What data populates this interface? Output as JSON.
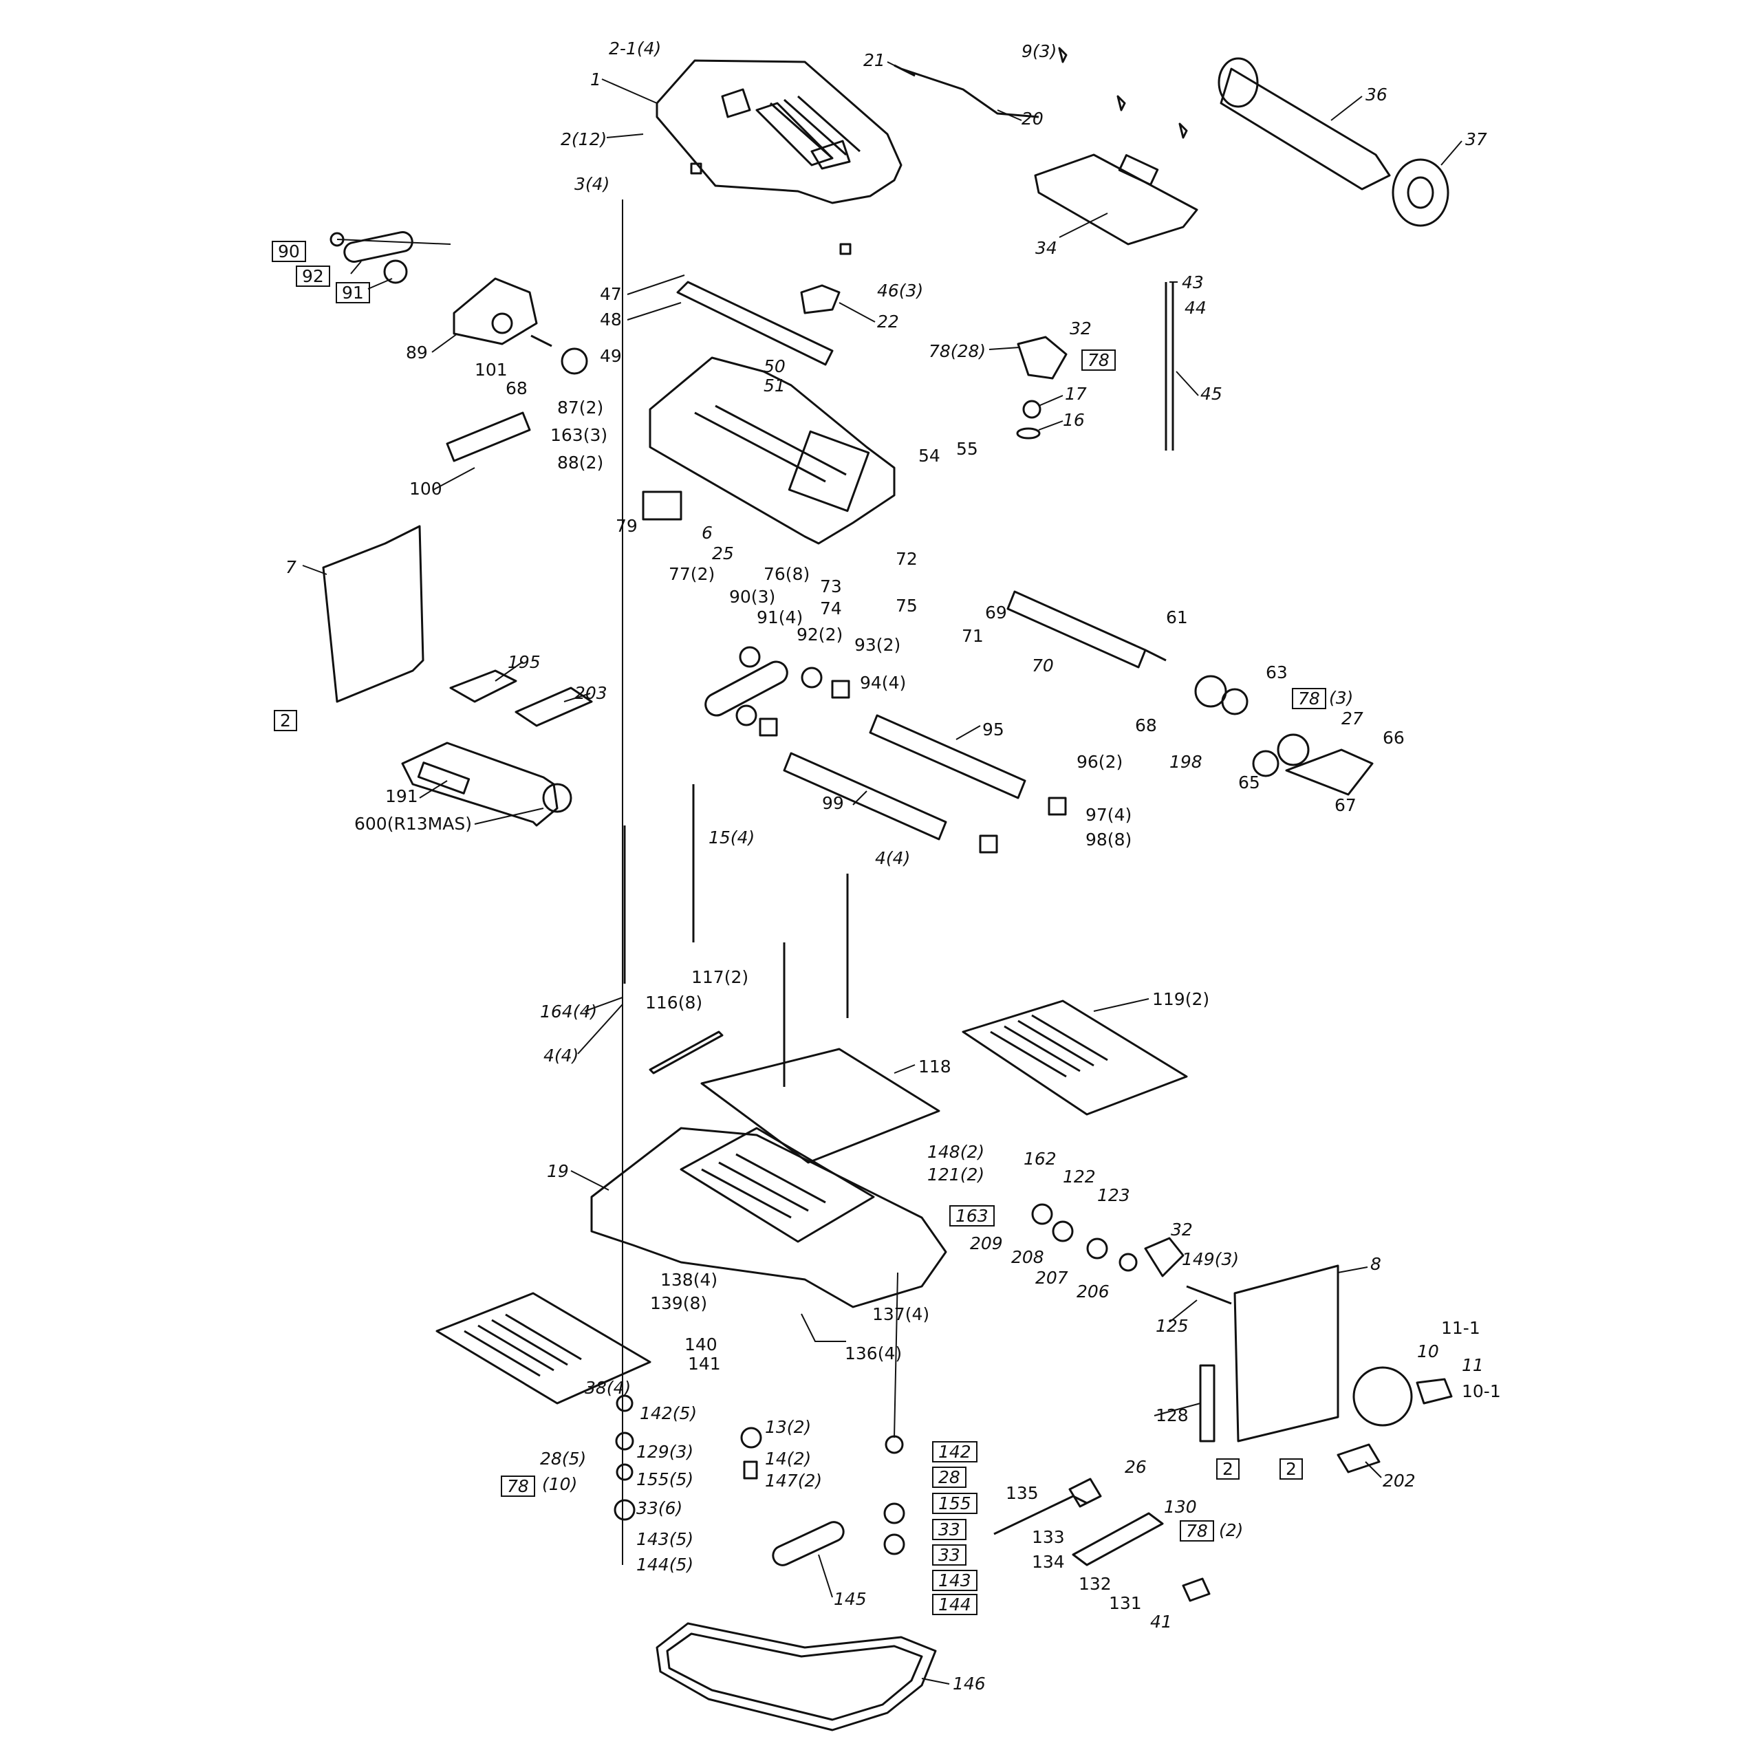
{
  "labels": {
    "l1": "1",
    "l2_1": "2-1(4)",
    "l2_12": "2(12)",
    "l3": "3(4)",
    "l9": "9(3)",
    "l20": "20",
    "l21": "21",
    "l36": "36",
    "l37": "37",
    "l34": "34",
    "l43": "43",
    "l44": "44",
    "l45": "45",
    "l46": "46(3)",
    "l47": "47",
    "l48": "48",
    "l22": "22",
    "l49": "49",
    "l50": "50",
    "l51": "51",
    "l87": "87(2)",
    "l163_3": "163(3)",
    "l88": "88(2)",
    "l100": "100",
    "l89": "89",
    "l101": "101",
    "l68a": "68",
    "l90": "90",
    "l92": "92",
    "l91": "91",
    "l78_28": "78(28)",
    "l32a": "32",
    "l78box": "78",
    "l17": "17",
    "l16": "16",
    "l54": "54",
    "l55": "55",
    "l72": "72",
    "l79": "79",
    "l6": "6",
    "l25": "25",
    "l77": "77(2)",
    "l76": "76(8)",
    "l73": "73",
    "l74": "74",
    "l75": "75",
    "l7": "7",
    "l2box_a": "2",
    "l90_3": "90(3)",
    "l91_4": "91(4)",
    "l92_2": "92(2)",
    "l93": "93(2)",
    "l94": "94(4)",
    "l69": "69",
    "l71": "71",
    "l70": "70",
    "l61": "61",
    "l63": "63",
    "l78box_b": "78",
    "l78_3": "(3)",
    "l27": "27",
    "l66": "66",
    "l68b": "68",
    "l198": "198",
    "l65": "65",
    "l67": "67",
    "l195": "195",
    "l203": "203",
    "l191": "191",
    "l600": "600(R13MAS)",
    "l95": "95",
    "l96": "96(2)",
    "l99": "99",
    "l97": "97(4)",
    "l98": "98(8)",
    "l15": "15(4)",
    "l4_4a": "4(4)",
    "l164": "164(4)",
    "l4_4b": "4(4)",
    "l116": "116(8)",
    "l117": "117(2)",
    "l119": "119(2)",
    "l118": "118",
    "l19": "19",
    "l148": "148(2)",
    "l121": "121(2)",
    "l162": "162",
    "l122": "122",
    "l163box": "163",
    "l123": "123",
    "l209": "209",
    "l208": "208",
    "l207": "207",
    "l206": "206",
    "l32b": "32",
    "l149": "149(3)",
    "l125": "125",
    "l8": "8",
    "l138": "138(4)",
    "l139": "139(8)",
    "l137": "137(4)",
    "l140": "140",
    "l141": "141",
    "l136": "136(4)",
    "l11_1": "11-1",
    "l10": "10",
    "l11": "11",
    "l10_1": "10-1",
    "l38": "38(4)",
    "l142": "142(5)",
    "l28": "28(5)",
    "l129": "129(3)",
    "l78box_c": "78",
    "l10p": "(10)",
    "l155": "155(5)",
    "l33": "33(6)",
    "l143": "143(5)",
    "l144": "144(5)",
    "l13": "13(2)",
    "l14": "14(2)",
    "l147": "147(2)",
    "b142": "142",
    "b28": "28",
    "b155": "155",
    "b33a": "33",
    "b33b": "33",
    "b143": "143",
    "b144": "144",
    "l128": "128",
    "l2box_b": "2",
    "l2box_c": "2",
    "l202": "202",
    "l26": "26",
    "l135": "135",
    "l130": "130",
    "l78box_d": "78",
    "l2p": "(2)",
    "l133": "133",
    "l134": "134",
    "l132": "132",
    "l131": "131",
    "l41": "41",
    "l145": "145",
    "l146": "146"
  }
}
